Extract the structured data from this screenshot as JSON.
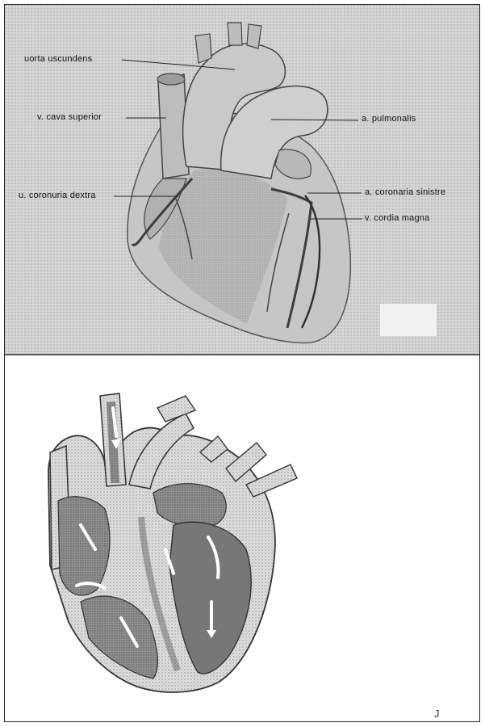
{
  "labels": {
    "aorta": "uorta uscundens",
    "vena_cava": "v. cava superior",
    "a_pulmonalis": "a. pulmonalis",
    "a_coronaria_dextra": "u. coronuria dextra",
    "a_coronaria_sinistra": "a. coronaria sinistre",
    "v_cordis_magna": "v. cordia magna"
  },
  "footer": {
    "mark": "J"
  },
  "colors": {
    "panel_bg": "#d4d4d4",
    "heart_light": "#c9c9c9",
    "heart_mid": "#a9a9a9",
    "chamber_dark": "#7a7a7a",
    "vessel": "#4a4a4a"
  }
}
